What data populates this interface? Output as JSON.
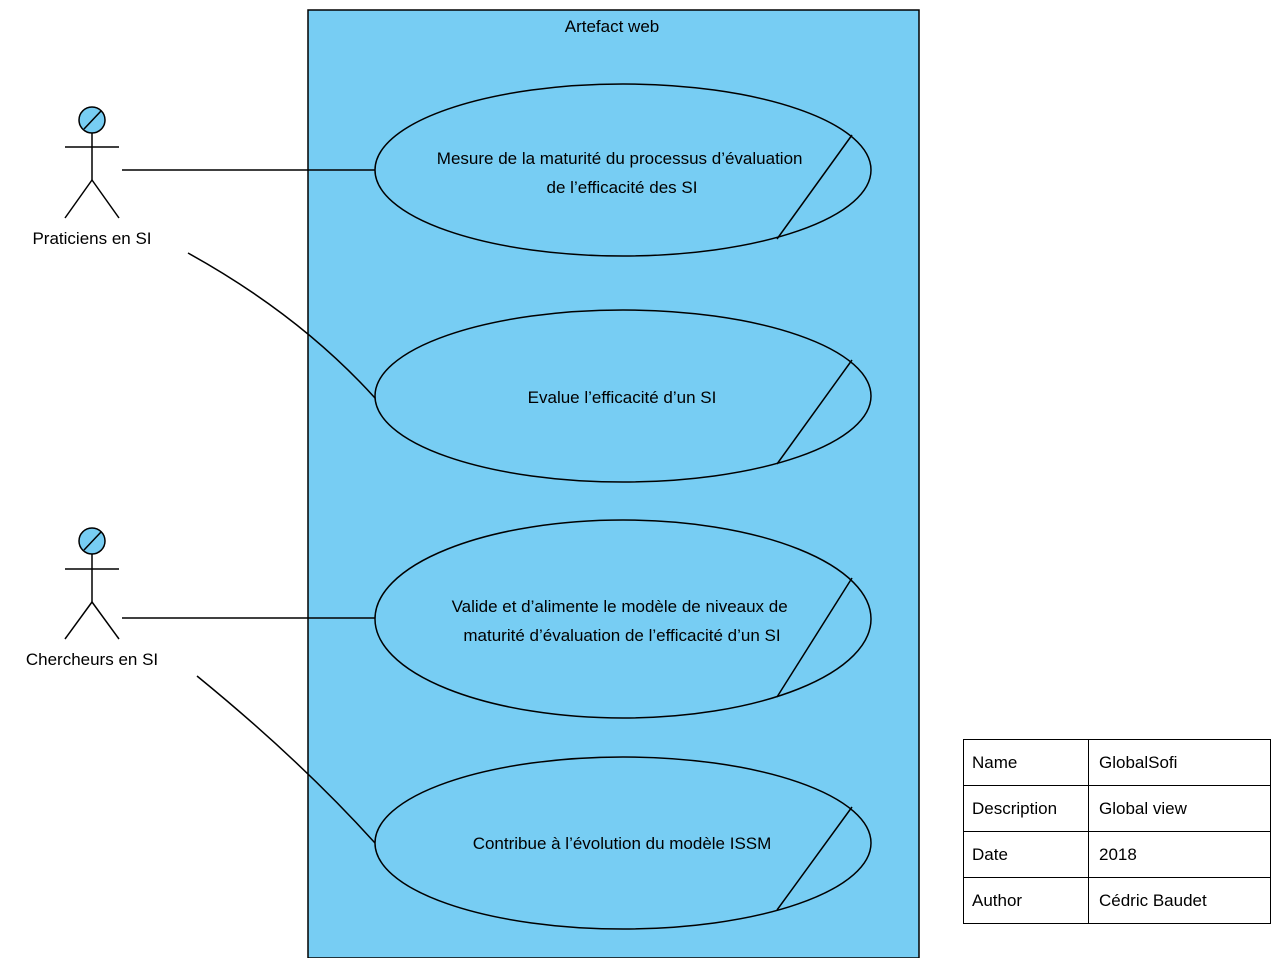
{
  "system": {
    "title": "Artefact web",
    "fill": "#77CDF3"
  },
  "actors": [
    {
      "id": "praticiens",
      "label": "Praticiens en SI"
    },
    {
      "id": "chercheurs",
      "label": "Chercheurs en SI"
    }
  ],
  "use_cases": [
    {
      "id": "uc1",
      "lines": [
        "Mesure de la maturité du processus d’évaluation",
        "de l’efficacité des SI"
      ]
    },
    {
      "id": "uc2",
      "lines": [
        "Evalue l’efficacité d’un SI"
      ]
    },
    {
      "id": "uc3",
      "lines": [
        "Valide et d’alimente le modèle de niveaux de",
        "maturité d’évaluation de l’efficacité d’un SI"
      ]
    },
    {
      "id": "uc4",
      "lines": [
        "Contribue à l’évolution du modèle ISSM"
      ]
    }
  ],
  "associations": [
    {
      "actor": "praticiens",
      "use_case": "uc1"
    },
    {
      "actor": "praticiens",
      "use_case": "uc2"
    },
    {
      "actor": "chercheurs",
      "use_case": "uc3"
    },
    {
      "actor": "chercheurs",
      "use_case": "uc4"
    }
  ],
  "info_table": [
    {
      "key": "Name",
      "value": "GlobalSofi"
    },
    {
      "key": "Description",
      "value": "Global view"
    },
    {
      "key": "Date",
      "value": "2018"
    },
    {
      "key": "Author",
      "value": "Cédric Baudet"
    }
  ]
}
